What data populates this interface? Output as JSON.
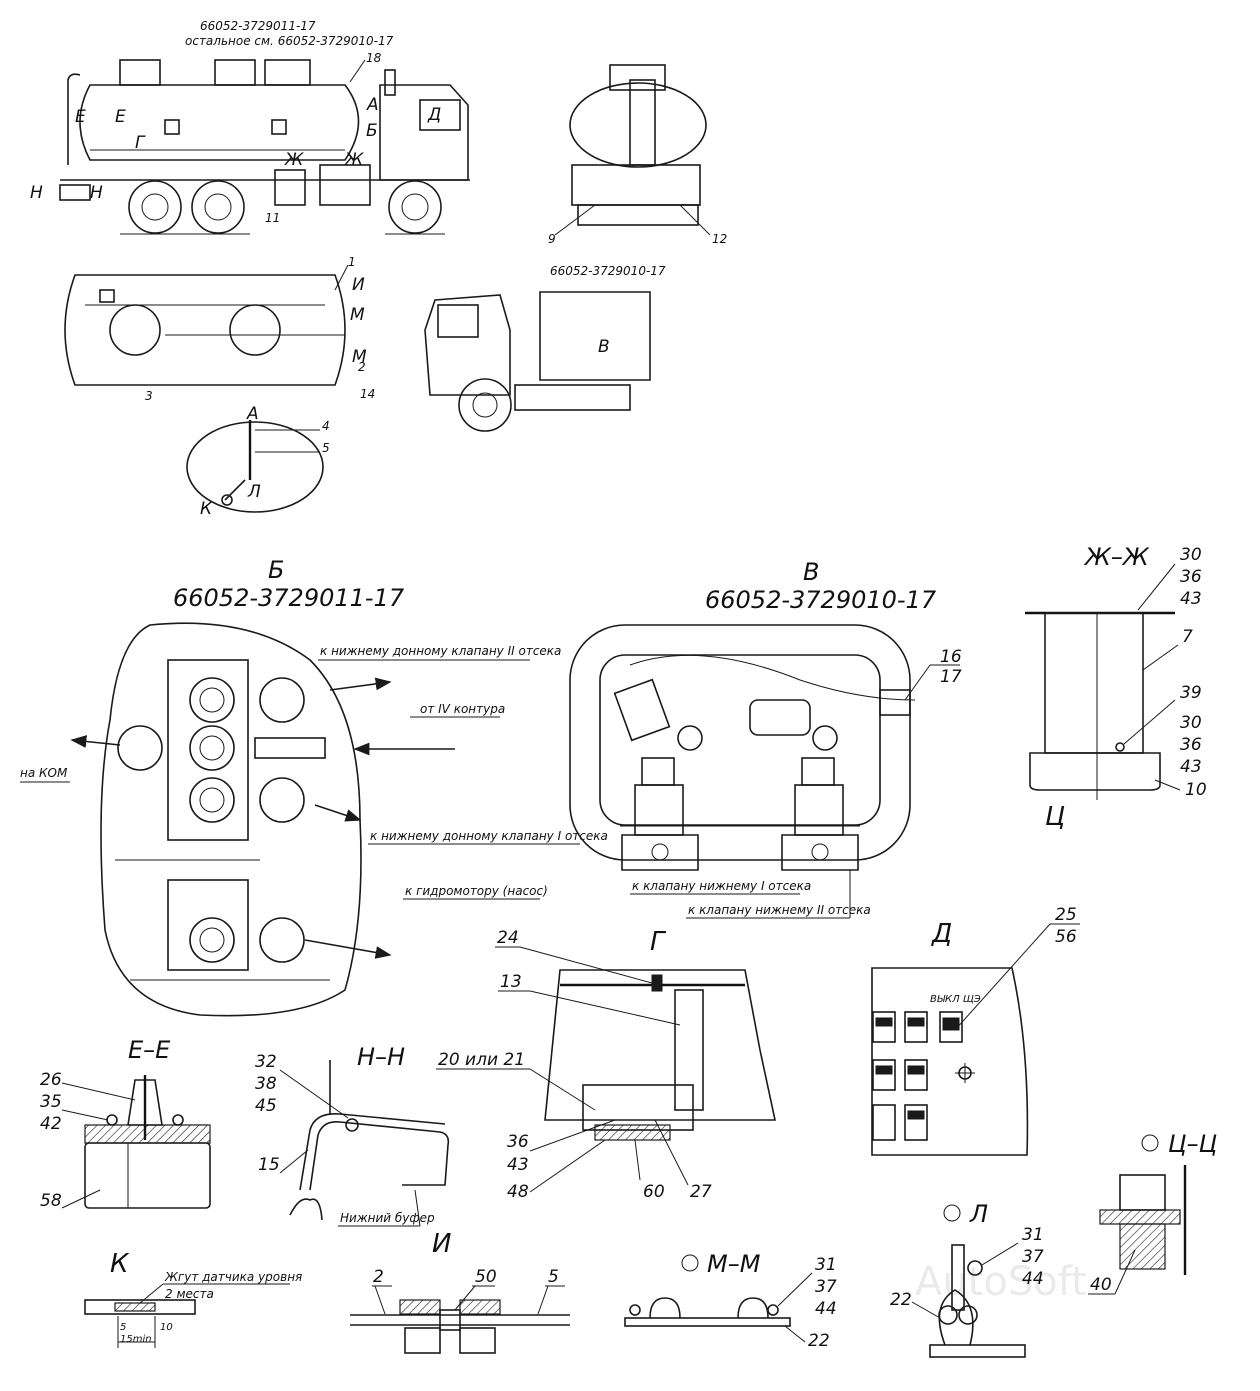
{
  "top_view_side": {
    "code": "66052-3729011-17",
    "note": "остальное см. 66052-3729010-17",
    "refs": [
      "18",
      "11",
      "9",
      "12"
    ],
    "letters": [
      "А",
      "Б",
      "Д",
      "Е",
      "Е",
      "Г",
      "Ж",
      "Ж",
      "Н",
      "Н"
    ]
  },
  "plan_view": {
    "refs": [
      "1",
      "2",
      "3",
      "14"
    ],
    "letters": [
      "И",
      "М",
      "М"
    ]
  },
  "cab_view": {
    "code": "66052-3729010-17",
    "letter": "В"
  },
  "ellipse_view": {
    "letters": [
      "А",
      "Л",
      "К"
    ],
    "refs": [
      "4",
      "5"
    ]
  },
  "views": {
    "b": {
      "letter": "Б",
      "code": "66052-3729011-17",
      "labels": {
        "lower_valve_2": "к нижнему донному клапану II отсека",
        "from_circuit_4": "от IV контура",
        "to_kom": "на КОМ",
        "lower_valve_1": "к нижнему донному клапану I отсека",
        "to_hydromotor": "к гидромотору (насос)"
      }
    },
    "v": {
      "letter": "В",
      "code": "66052-3729010-17",
      "refs": [
        "16",
        "17"
      ],
      "labels": {
        "valve_1": "к клапану нижнему I отсека",
        "valve_2": "к клапану нижнему II отсека"
      }
    },
    "zh": {
      "title": "Ж–Ж",
      "refs_top": [
        "30",
        "36",
        "43"
      ],
      "ref_7": "7",
      "ref_39": "39",
      "refs_mid": [
        "30",
        "36",
        "43"
      ],
      "ref_10": "10",
      "letter_ts": "Ц"
    },
    "g": {
      "letter": "Г",
      "refs": [
        "24",
        "13",
        "20 или 21",
        "36",
        "43",
        "48",
        "60",
        "27"
      ]
    },
    "d": {
      "letter": "Д",
      "refs": [
        "25",
        "56"
      ],
      "panel_text": "ВЫКЛ ЩЭ"
    },
    "ee": {
      "title": "Е–Е",
      "refs": [
        "26",
        "35",
        "42",
        "58"
      ]
    },
    "nn": {
      "title": "Н–Н",
      "refs": [
        "32",
        "38",
        "45",
        "15"
      ],
      "bumper": "Нижний буфер"
    },
    "k": {
      "letter": "К",
      "harness": "Жгут датчика уровня",
      "places": "2 места",
      "dims": [
        "5",
        "10",
        "15min"
      ]
    },
    "i": {
      "letter": "И",
      "refs": [
        "2",
        "50",
        "5"
      ]
    },
    "mm": {
      "title": "М–М",
      "refs": [
        "31",
        "37",
        "44",
        "22"
      ]
    },
    "l": {
      "title": "Л",
      "refs": [
        "31",
        "37",
        "44",
        "22"
      ]
    },
    "tsts": {
      "title": "Ц–Ц",
      "ref": "40"
    }
  },
  "watermark": "AutoSoft",
  "colors": {
    "ink": "#1a1a1a",
    "paper": "#ffffff",
    "watermark": "#dadada"
  }
}
